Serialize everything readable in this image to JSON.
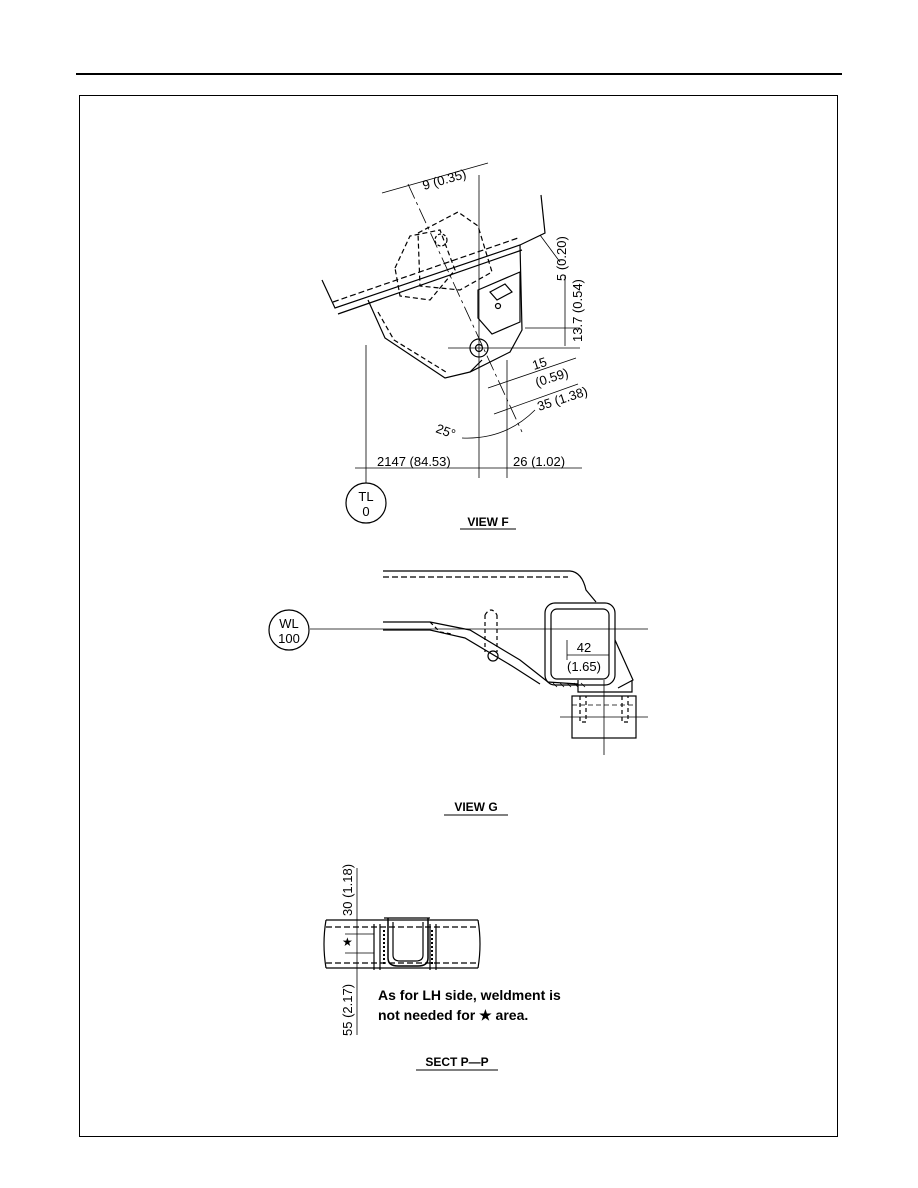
{
  "view_f": {
    "caption": "VIEW F",
    "dims": {
      "d9": "9 (0.35)",
      "d5": "5 (0.20)",
      "d13": "13.7 (0.54)",
      "d15": "15",
      "d15in": "(0.59)",
      "d35": "35 (1.38)",
      "angle": "25°",
      "d2147": "2147 (84.53)",
      "d26": "26 (1.02)"
    },
    "bubble": {
      "line1": "TL",
      "line2": "0"
    }
  },
  "view_g": {
    "caption": "VIEW G",
    "dims": {
      "d42": "42",
      "d42in": "(1.65)"
    },
    "bubble": {
      "line1": "WL",
      "line2": "100"
    }
  },
  "sect_p": {
    "caption": "SECT P—P",
    "dims": {
      "d30": "30 (1.18)",
      "d55": "55 (2.17)"
    },
    "star": "★",
    "note_line1": "As for LH side, weldment is",
    "note_line2": "not needed for ★ area."
  }
}
